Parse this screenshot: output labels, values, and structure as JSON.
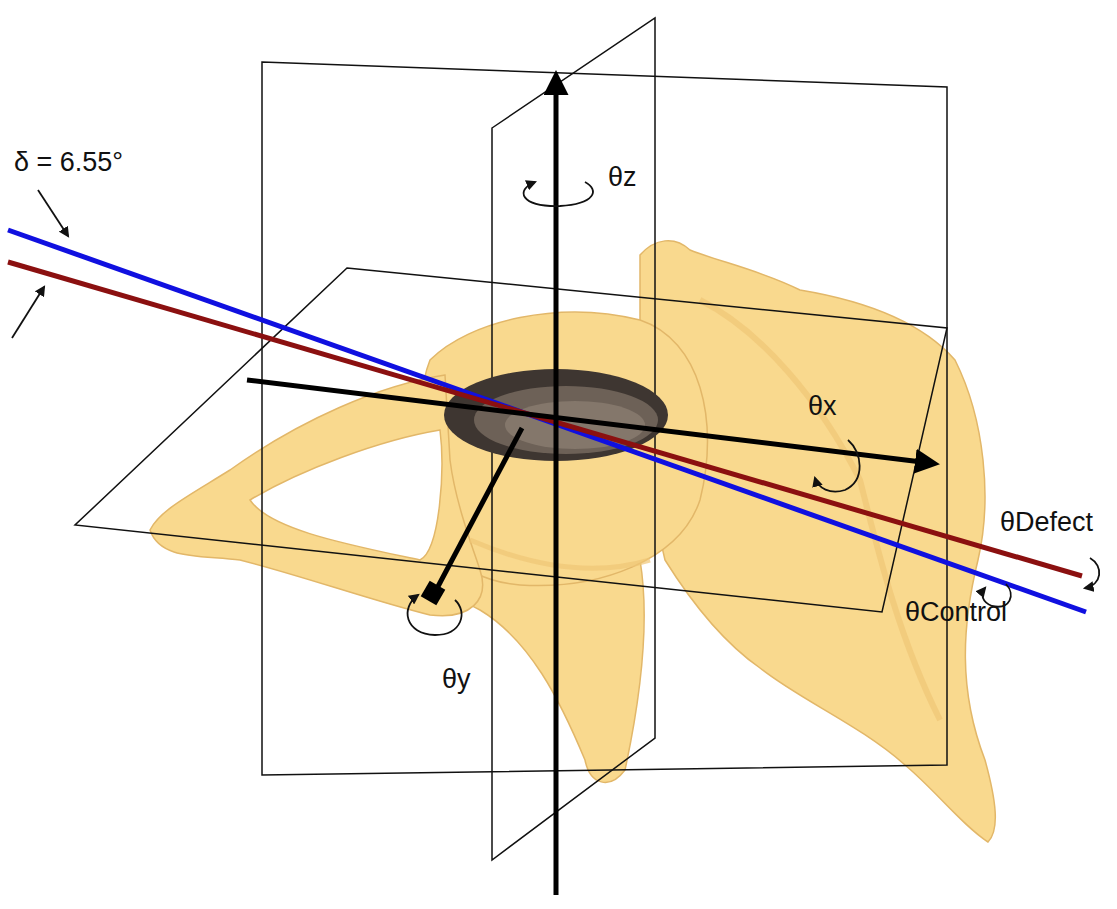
{
  "diagram": {
    "labels": [
      "δ = 6.55°",
      "θz",
      "θx",
      "θy",
      "θDefect",
      "θControl"
    ]
  }
}
